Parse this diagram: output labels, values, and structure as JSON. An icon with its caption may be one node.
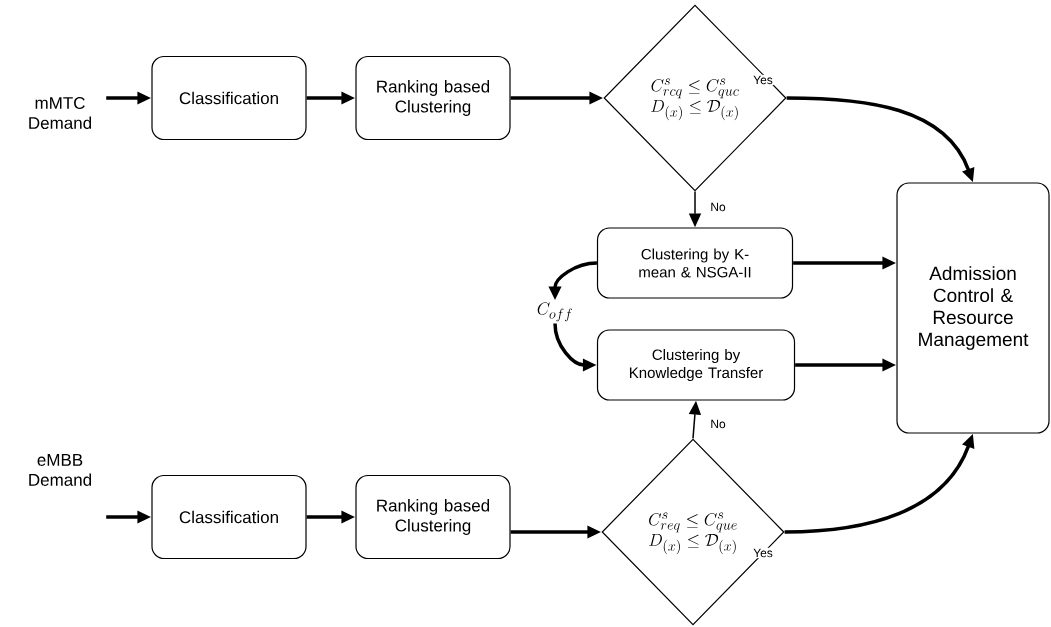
{
  "diagram": {
    "nodes": [
      {
        "text": [
          "mMTC Demand"
        ]
      },
      {
        "text": [
          "Classification"
        ]
      },
      {
        "text": [
          "Ranking based Clustering"
        ]
      },
      {
        "text": [
          "C^{s}_{rcq} \\leq C^{s}_{quc}",
          "D_{(x)} \\leq \\mathcal{D}_{(x)}"
        ]
      },
      {
        "text": [
          "Clustering by K-mean & NSGA-II"
        ]
      },
      {
        "text": [
          "C_{off}"
        ]
      },
      {
        "text": [
          "Clustering by Knowledge Transfer"
        ]
      },
      {
        "text": [
          "Admission Control & Resource Management"
        ]
      },
      {
        "text": [
          "eMBB Demand"
        ]
      },
      {
        "text": [
          "Classification"
        ]
      },
      {
        "text": [
          "Ranking based Clustering"
        ]
      },
      {
        "text": [
          "C^{s}_{req} \\leq C^{s}_{que}",
          "D_{(x)} \\leq \\mathcal{D}_{(x)}"
        ]
      }
    ],
    "edges": [
      {
        "from": 0,
        "to": 1,
        "arrow": "to"
      },
      {
        "from": 1,
        "to": 2,
        "arrow": "to"
      },
      {
        "from": 2,
        "to": 3,
        "arrow": "to"
      },
      {
        "from": 3,
        "to": 7,
        "arrow": "to",
        "label": "Yes"
      },
      {
        "from": 3,
        "to": 4,
        "arrow": "to",
        "label": "No"
      },
      {
        "from": 4,
        "to": 7,
        "arrow": "to"
      },
      {
        "from": 4,
        "to": 5,
        "arrow": "to"
      },
      {
        "from": 5,
        "to": 6,
        "arrow": "to"
      },
      {
        "from": 6,
        "to": 7,
        "arrow": "to"
      },
      {
        "from": 8,
        "to": 9,
        "arrow": "to"
      },
      {
        "from": 9,
        "to": 10,
        "arrow": "to"
      },
      {
        "from": 10,
        "to": 11,
        "arrow": "to"
      },
      {
        "from": 11,
        "to": 6,
        "arrow": "to",
        "label": "No"
      },
      {
        "from": 11,
        "to": 7,
        "arrow": "to",
        "label": "Yes"
      }
    ]
  }
}
